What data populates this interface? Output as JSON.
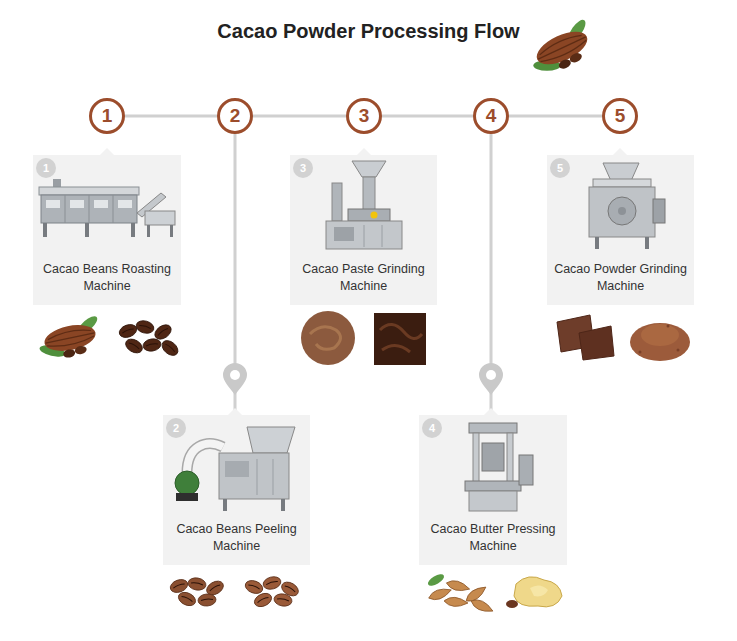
{
  "diagram": {
    "title": "Cacao Powder Processing Flow",
    "nodes": [
      {
        "text": [
          "1"
        ]
      },
      {
        "text": [
          "2"
        ]
      },
      {
        "text": [
          "3"
        ]
      },
      {
        "text": [
          "4"
        ]
      },
      {
        "text": [
          "5"
        ]
      },
      {
        "text": [
          "Cacao Beans Roasting Machine"
        ]
      },
      {
        "text": [
          "1"
        ],
        "in": 5
      },
      {
        "text": [
          "Cacao Paste Grinding Machine"
        ]
      },
      {
        "text": [
          "3"
        ],
        "in": 7
      },
      {
        "text": [
          "Cacao Powder Grinding Machine"
        ]
      },
      {
        "text": [
          "5"
        ],
        "in": 9
      },
      {
        "text": [
          "Cacao Beans Peeling Machine"
        ]
      },
      {
        "text": [
          "2"
        ],
        "in": 11
      },
      {
        "text": [
          "Cacao Butter Pressing Machine"
        ]
      },
      {
        "text": [
          "4"
        ],
        "in": 13
      }
    ],
    "edges": [
      {
        "from": 0,
        "to": 1,
        "arrow": "none"
      },
      {
        "from": 1,
        "to": 2,
        "arrow": "none"
      },
      {
        "from": 2,
        "to": 3,
        "arrow": "none"
      },
      {
        "from": 3,
        "to": 4,
        "arrow": "none"
      },
      {
        "from": 1,
        "to": 11,
        "arrow": "none"
      },
      {
        "from": 3,
        "to": 13,
        "arrow": "none"
      }
    ]
  }
}
